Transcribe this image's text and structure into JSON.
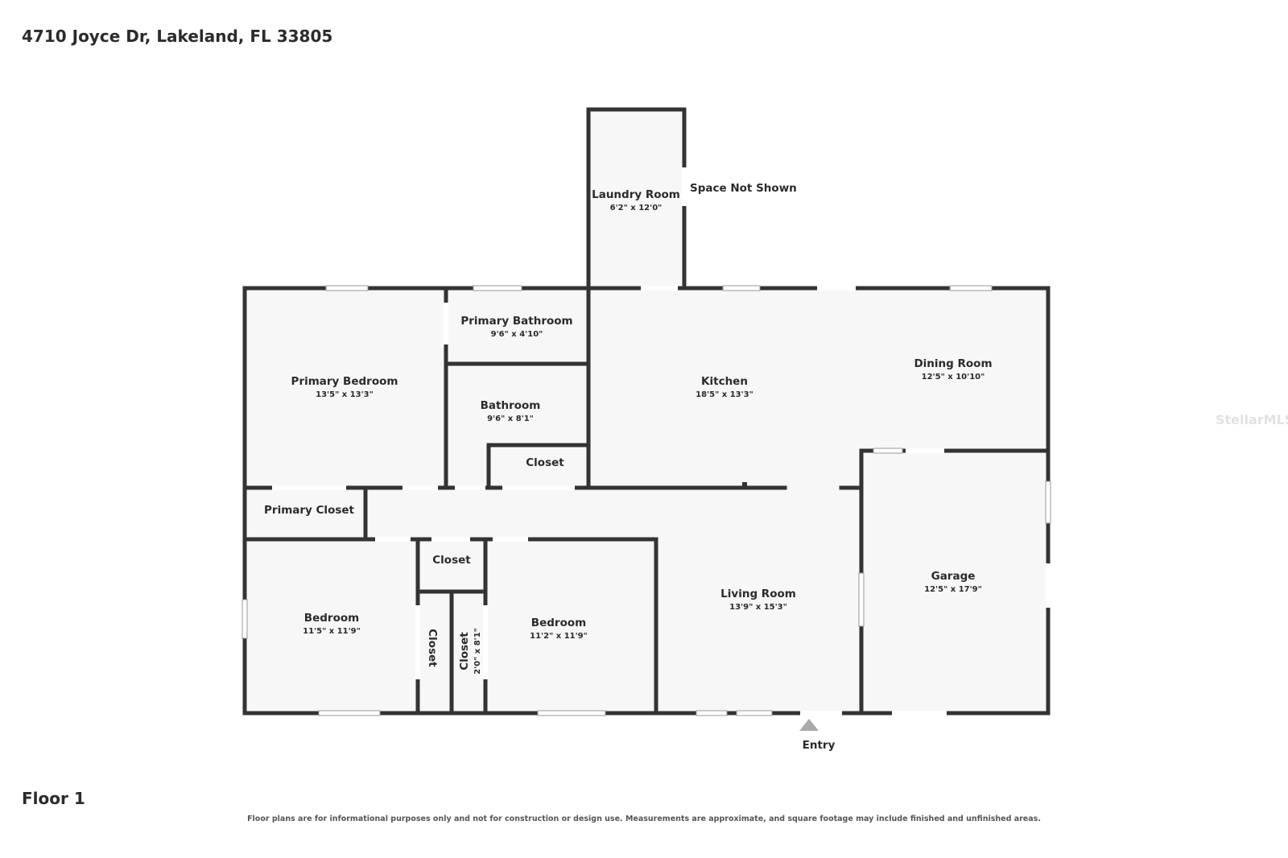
{
  "header": {
    "address": "4710 Joyce Dr, Lakeland, FL 33805"
  },
  "floor": {
    "label": "Floor 1"
  },
  "footer": {
    "disclaimer": "Floor plans are for informational purposes only and not for construction or design use. Measurements are approximate, and square footage may include finished and unfinished areas."
  },
  "watermark": "StellarMLS",
  "labels": {
    "space_not_shown": "Space Not Shown",
    "entry": "Entry"
  },
  "rooms": {
    "laundry_room": {
      "name": "Laundry Room",
      "dims": "6'2\" x 12'0\""
    },
    "primary_bathroom": {
      "name": "Primary Bathroom",
      "dims": "9'6\" x 4'10\""
    },
    "primary_bedroom": {
      "name": "Primary Bedroom",
      "dims": "13'5\" x 13'3\""
    },
    "bathroom": {
      "name": "Bathroom",
      "dims": "9'6\" x 8'1\""
    },
    "closet_hall": {
      "name": "Closet"
    },
    "kitchen": {
      "name": "Kitchen",
      "dims": "18'5\" x 13'3\""
    },
    "dining_room": {
      "name": "Dining Room",
      "dims": "12'5\" x 10'10\""
    },
    "primary_closet": {
      "name": "Primary Closet"
    },
    "closet_small": {
      "name": "Closet"
    },
    "bedroom_left": {
      "name": "Bedroom",
      "dims": "11'5\" x 11'9\""
    },
    "closet_vertical_left": {
      "name": "Closet"
    },
    "closet_vertical_right": {
      "name": "Closet",
      "dims": "2'0\" x 8'1\""
    },
    "bedroom_right": {
      "name": "Bedroom",
      "dims": "11'2\" x 11'9\""
    },
    "living_room": {
      "name": "Living Room",
      "dims": "13'9\" x 15'3\""
    },
    "garage": {
      "name": "Garage",
      "dims": "12'5\" x 17'9\""
    }
  }
}
